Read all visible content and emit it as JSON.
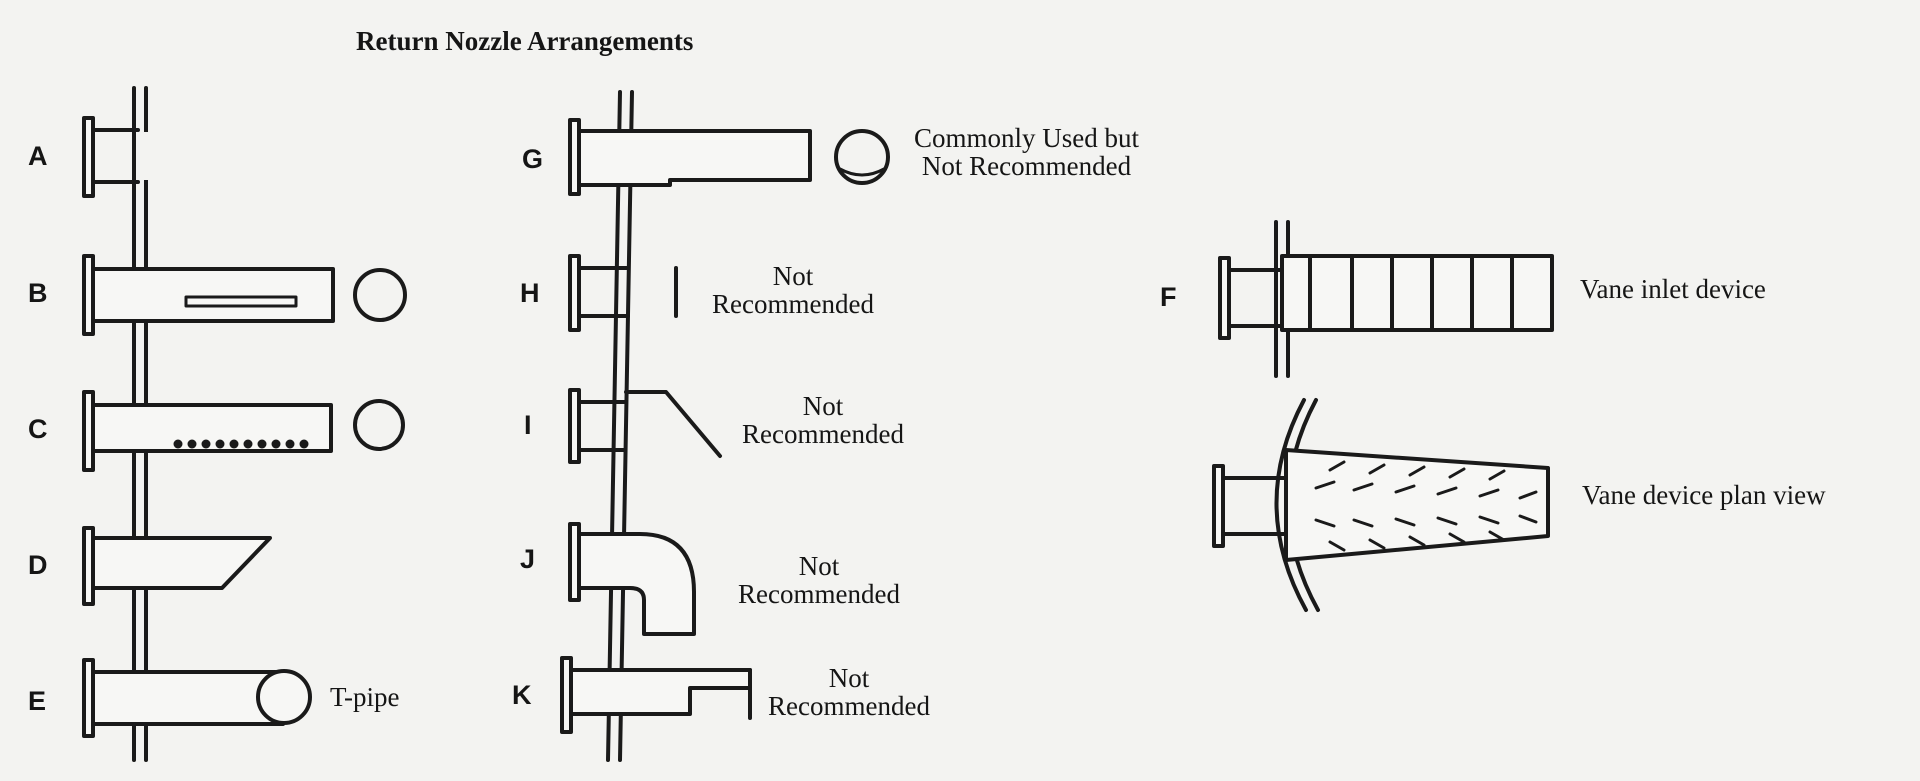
{
  "title": "Return Nozzle Arrangements",
  "arrangements": {
    "a": {
      "letter": "A"
    },
    "b": {
      "letter": "B"
    },
    "c": {
      "letter": "C"
    },
    "d": {
      "letter": "D"
    },
    "e": {
      "letter": "E",
      "label": "T-pipe"
    },
    "g": {
      "letter": "G",
      "note_line1": "Commonly Used but",
      "note_line2": "Not Recommended"
    },
    "h": {
      "letter": "H",
      "note_line1": "Not",
      "note_line2": "Recommended"
    },
    "i": {
      "letter": "I",
      "note_line1": "Not",
      "note_line2": "Recommended"
    },
    "j": {
      "letter": "J",
      "note_line1": "Not",
      "note_line2": "Recommended"
    },
    "k": {
      "letter": "K",
      "note_line1": "Not",
      "note_line2": "Recommended"
    },
    "f": {
      "letter": "F",
      "label": "Vane inlet device"
    },
    "vane_plan": {
      "label": "Vane device plan view"
    }
  }
}
